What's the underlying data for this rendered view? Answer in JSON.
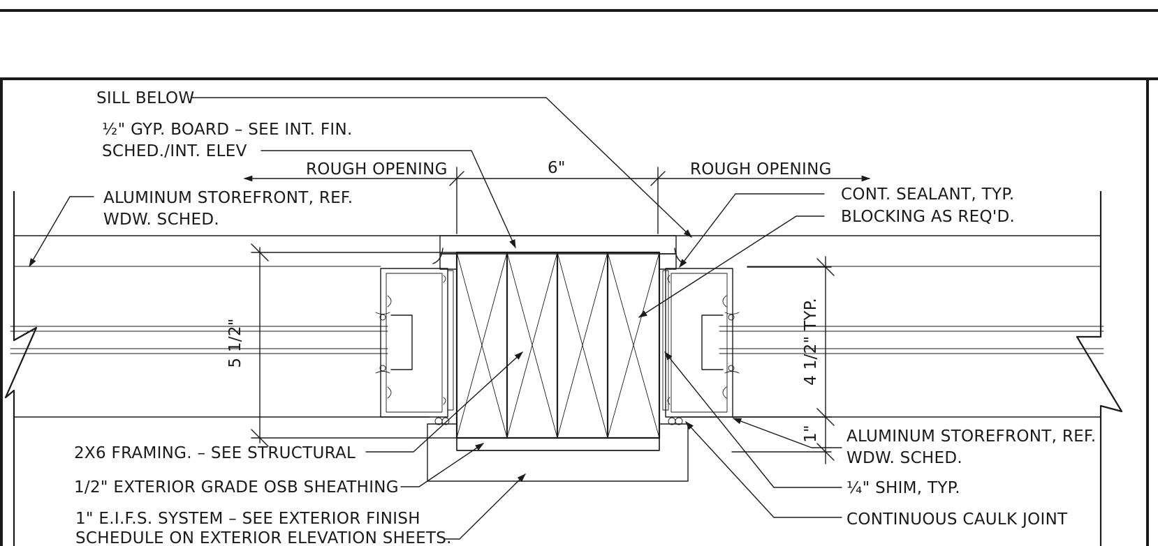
{
  "labels": {
    "sill_below": "SILL BELOW",
    "gyp_board_1": "½\" GYP. BOARD – SEE INT. FIN.",
    "gyp_board_2": "SCHED./INT. ELEV",
    "rough_opening_left": "ROUGH OPENING",
    "dim_6": "6\"",
    "rough_opening_right": "ROUGH OPENING",
    "storefront_left_1": "ALUMINUM STOREFRONT, REF.",
    "storefront_left_2": "WDW. SCHED.",
    "cont_sealant": "CONT. SEALANT, TYP.",
    "blocking": "BLOCKING AS REQ'D.",
    "dim_5_half": "5 1/2\"",
    "dim_4_half": "4 1/2\" TYP.",
    "dim_1": "1\"",
    "framing": "2X6 FRAMING. – SEE STRUCTURAL",
    "osb": "1/2\" EXTERIOR GRADE OSB SHEATHING",
    "eifs_1": "1\" E.I.F.S. SYSTEM – SEE EXTERIOR FINISH",
    "eifs_2": "SCHEDULE ON EXTERIOR ELEVATION SHEETS.",
    "storefront_right_1": "ALUMINUM STOREFRONT, REF.",
    "storefront_right_2": "WDW. SCHED.",
    "shim": "¼\" SHIM, TYP.",
    "caulk": "CONTINUOUS CAULK JOINT"
  }
}
